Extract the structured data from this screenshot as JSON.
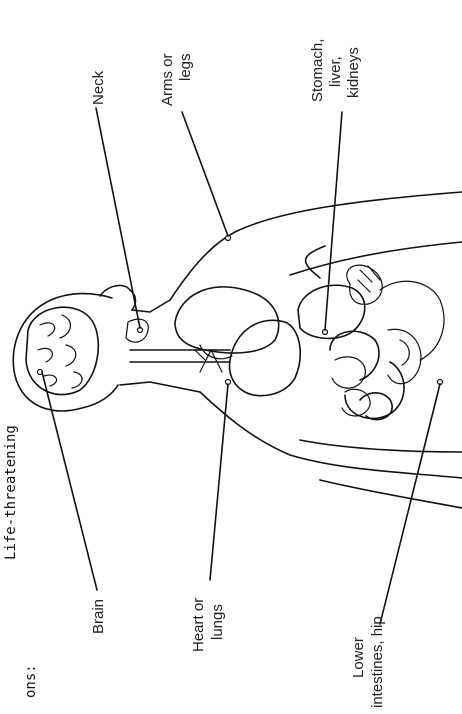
{
  "heading": {
    "line1": "Life-threatening",
    "line2": "ons:"
  },
  "labels": {
    "brain": "Brain",
    "neck": "Neck",
    "arms_legs_1": "Arms or",
    "arms_legs_2": "legs",
    "heart_lungs_1": "Heart or",
    "heart_lungs_2": "lungs",
    "abdomen_1": "Stomach,",
    "abdomen_2": "liver,",
    "abdomen_3": "kidneys",
    "lower_1": "Lower",
    "lower_2": "intestines, hip"
  }
}
